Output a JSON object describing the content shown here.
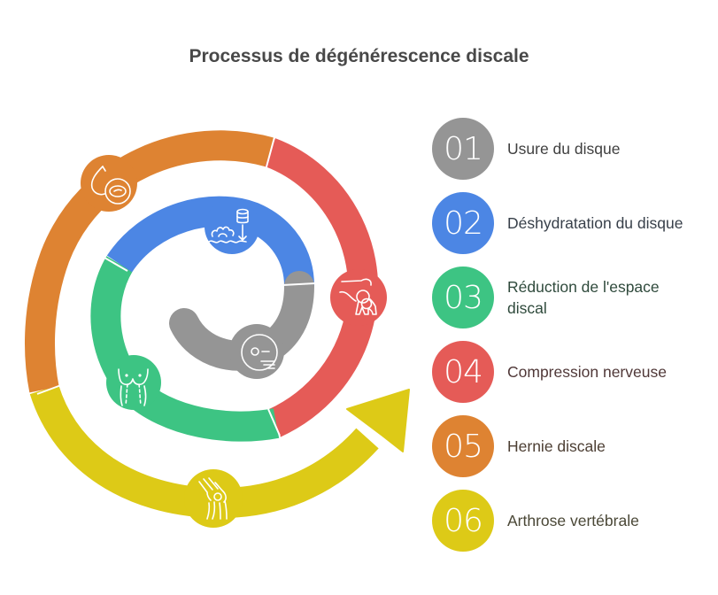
{
  "title": "Processus de dégénérescence discale",
  "steps": [
    {
      "number": "01",
      "label": "Usure du disque",
      "color": "#959595",
      "text_color": "#404040",
      "icon": "disc-icon"
    },
    {
      "number": "02",
      "label": "Déshydratation du disque",
      "color": "#4C86E4",
      "text_color": "#38404a",
      "icon": "dehydration-icon"
    },
    {
      "number": "03",
      "label": "Réduction de l'espace discal",
      "color": "#3DC483",
      "text_color": "#2f4a3c",
      "icon": "spine-torso-icon"
    },
    {
      "number": "04",
      "label": "Compression nerveuse",
      "color": "#E55B57",
      "text_color": "#503838",
      "icon": "nerve-compression-icon"
    },
    {
      "number": "05",
      "label": "Hernie discale",
      "color": "#DE8332",
      "text_color": "#4c3e33",
      "icon": "herniated-disc-icon"
    },
    {
      "number": "06",
      "label": "Arthrose vertébrale",
      "color": "#DDCA17",
      "text_color": "#4a4736",
      "icon": "joint-icon"
    }
  ]
}
